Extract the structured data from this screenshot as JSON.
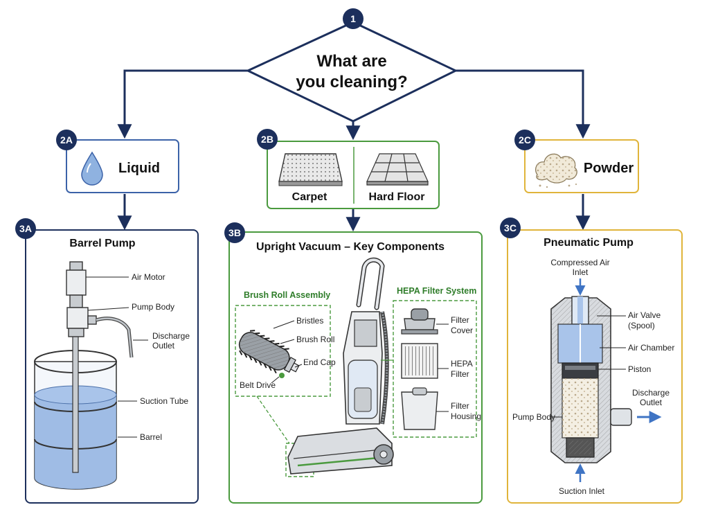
{
  "colors": {
    "navy": "#1c2f5c",
    "green": "#4a9a3e",
    "gold": "#e0b43a",
    "liquid": "#8fb2e0",
    "green_text": "#2f7d2a"
  },
  "decision": {
    "badge": "1",
    "line1": "What are",
    "line2": "you cleaning?"
  },
  "options": {
    "liquid": {
      "badge": "2A",
      "label": "Liquid",
      "icon": "water-drop-icon"
    },
    "floor": {
      "badge": "2B",
      "carpet_label": "Carpet",
      "hardfloor_label": "Hard Floor",
      "icons": [
        "carpet-icon",
        "tile-floor-icon"
      ]
    },
    "powder": {
      "badge": "2C",
      "label": "Powder",
      "icon": "powder-pile-icon"
    }
  },
  "panels": {
    "barrel_pump": {
      "badge": "3A",
      "title": "Barrel Pump",
      "labels": {
        "air_motor": "Air Motor",
        "pump_body": "Pump Body",
        "discharge_1": "Discharge",
        "discharge_2": "Outlet",
        "suction_tube": "Suction Tube",
        "barrel": "Barrel"
      }
    },
    "upright_vacuum": {
      "badge": "3B",
      "title": "Upright Vacuum – Key Components",
      "brush_group": "Brush Roll Assembly",
      "filter_group": "HEPA Filter System",
      "labels": {
        "bristles": "Bristles",
        "brush_roll": "Brush Roll",
        "end_cap": "End Cap",
        "belt_drive": "Belt Drive",
        "filter_cover_1": "Filter",
        "filter_cover_2": "Cover",
        "hepa_1": "HEPA",
        "hepa_2": "Filter",
        "housing_1": "Filter",
        "housing_2": "Housing"
      }
    },
    "pneumatic_pump": {
      "badge": "3C",
      "title": "Pneumatic Pump",
      "labels": {
        "compressed_1": "Compressed Air",
        "compressed_2": "Inlet",
        "air_valve_1": "Air Valve",
        "air_valve_2": "(Spool)",
        "air_chamber": "Air Chamber",
        "piston": "Piston",
        "discharge_1": "Discharge",
        "discharge_2": "Outlet",
        "pump_body": "Pump Body",
        "suction_inlet": "Suction Inlet"
      }
    }
  }
}
